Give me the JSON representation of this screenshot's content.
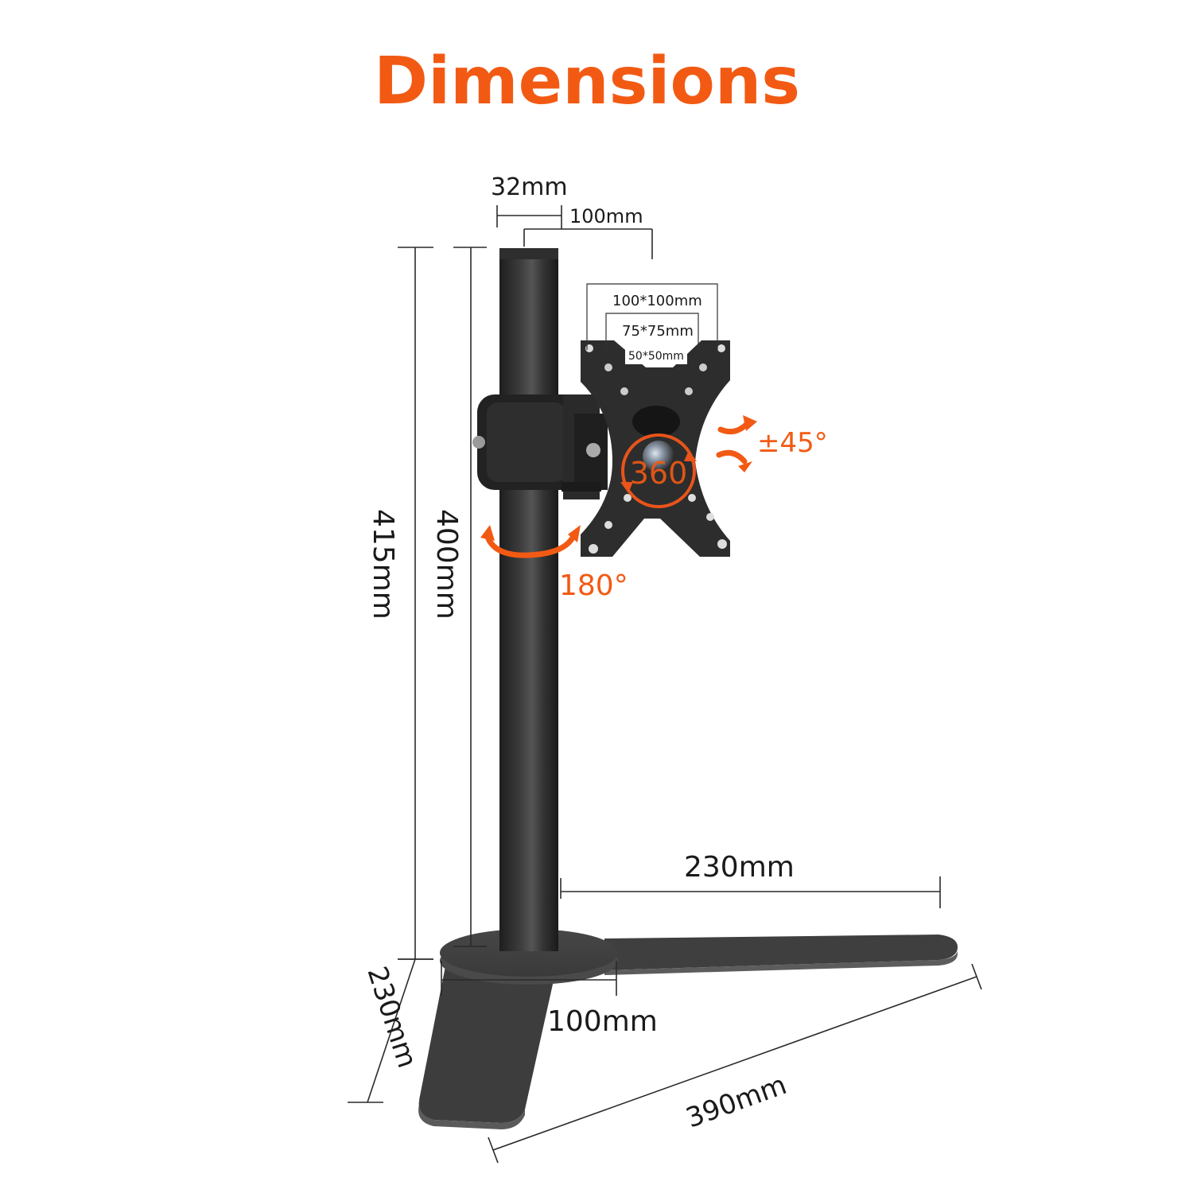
{
  "title": "Dimensions",
  "colors": {
    "accent": "#f25a14",
    "stand": "#3a3a3a",
    "stand_dark": "#262626",
    "dim_line": "#2a2a2a"
  },
  "dimensions": {
    "pole_diameter": "32mm",
    "arm_offset": "100mm",
    "vesa_large": "100*100mm",
    "vesa_medium": "75*75mm",
    "vesa_small": "50*50mm",
    "total_height": "415mm",
    "pole_height": "400mm",
    "base_front_leg": "230mm",
    "base_right_leg": "230mm",
    "base_hub_diameter": "100mm",
    "base_diagonal": "390mm"
  },
  "rotation": {
    "tilt": "±45°",
    "rotate": "360",
    "swivel": "180°"
  }
}
